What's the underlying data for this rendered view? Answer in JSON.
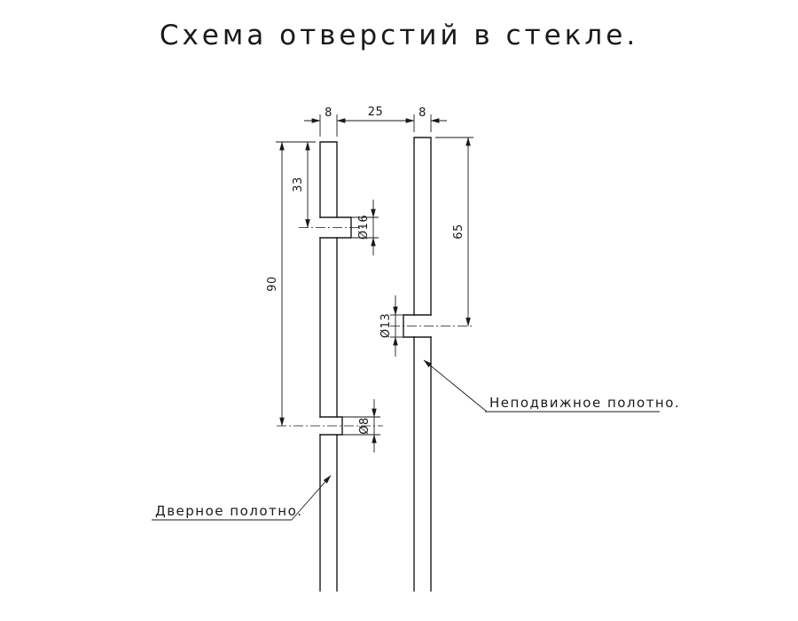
{
  "title": "Схема отверстий в стекле.",
  "dimensions": {
    "door_panel_thickness": "8",
    "panel_gap": "25",
    "fixed_panel_thickness": "8",
    "door_top_hole_offset": "33",
    "door_bottom_hole_offset": "90",
    "fixed_hole_offset": "65",
    "door_top_hole_diameter": "Ø16",
    "door_bottom_hole_diameter": "Ø8",
    "fixed_hole_diameter": "Ø13"
  },
  "labels": {
    "door_panel": "Дверное полотно.",
    "fixed_panel": "Неподвижное полотно."
  }
}
